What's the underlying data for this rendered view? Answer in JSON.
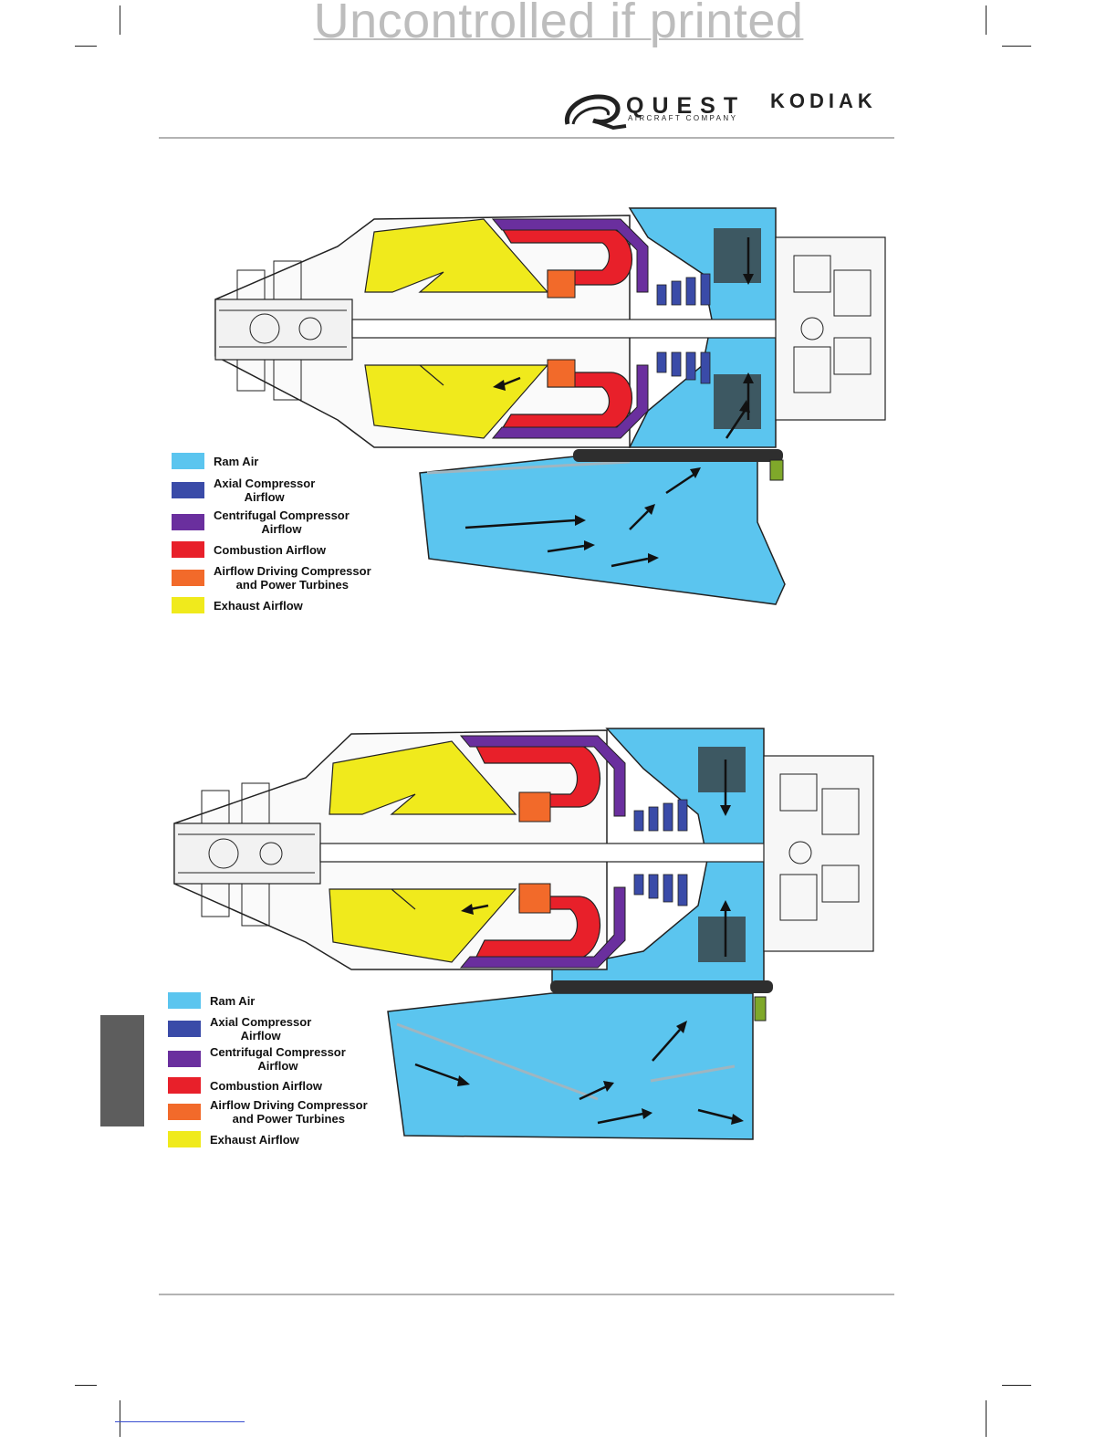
{
  "watermark": "Uncontrolled if printed",
  "logo": {
    "brand": "QUEST",
    "company_line": "AIRCRAFT COMPANY",
    "product": "KODIAK"
  },
  "colors": {
    "ram_air": "#5bc5ef",
    "axial": "#3a4ba8",
    "centrifugal": "#6a2f9e",
    "combustion": "#e8202a",
    "turbines": "#f26a2a",
    "exhaust": "#f0ea1c",
    "side_tab": "#5d5d5d",
    "rule": "#b3b3b3"
  },
  "figures": [
    {
      "legend": [
        {
          "label": "Ram Air",
          "color": "#5bc5ef"
        },
        {
          "label": "Axial Compressor\nAirflow",
          "color": "#3a4ba8"
        },
        {
          "label": "Centrifugal Compressor\nAirflow",
          "color": "#6a2f9e"
        },
        {
          "label": "Combustion Airflow",
          "color": "#e8202a"
        },
        {
          "label": "Airflow Driving Compressor\nand Power Turbines",
          "color": "#f26a2a"
        },
        {
          "label": "Exhaust Airflow",
          "color": "#f0ea1c"
        }
      ]
    },
    {
      "legend": [
        {
          "label": "Ram Air",
          "color": "#5bc5ef"
        },
        {
          "label": "Axial Compressor\nAirflow",
          "color": "#3a4ba8"
        },
        {
          "label": "Centrifugal Compressor\nAirflow",
          "color": "#6a2f9e"
        },
        {
          "label": "Combustion Airflow",
          "color": "#e8202a"
        },
        {
          "label": "Airflow Driving Compressor\nand Power Turbines",
          "color": "#f26a2a"
        },
        {
          "label": "Exhaust Airflow",
          "color": "#f0ea1c"
        }
      ]
    }
  ]
}
